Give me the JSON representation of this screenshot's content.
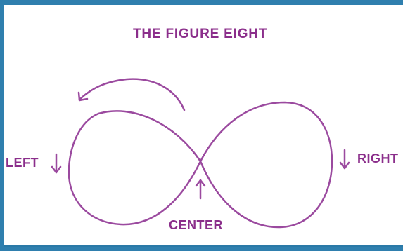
{
  "diagram": {
    "title": "THE FIGURE EIGHT",
    "labels": {
      "left": "LEFT",
      "right": "RIGHT",
      "center": "CENTER"
    },
    "colors": {
      "stroke": "#9b4a9f",
      "text": "#8b2e8b",
      "background": "#ffffff",
      "border": "#2f7fae"
    },
    "icons": {
      "left_arrow": "down-arrow-icon",
      "right_arrow": "down-arrow-icon",
      "center_arrow": "up-arrow-icon",
      "direction_arrow": "curved-arrow-icon"
    }
  }
}
